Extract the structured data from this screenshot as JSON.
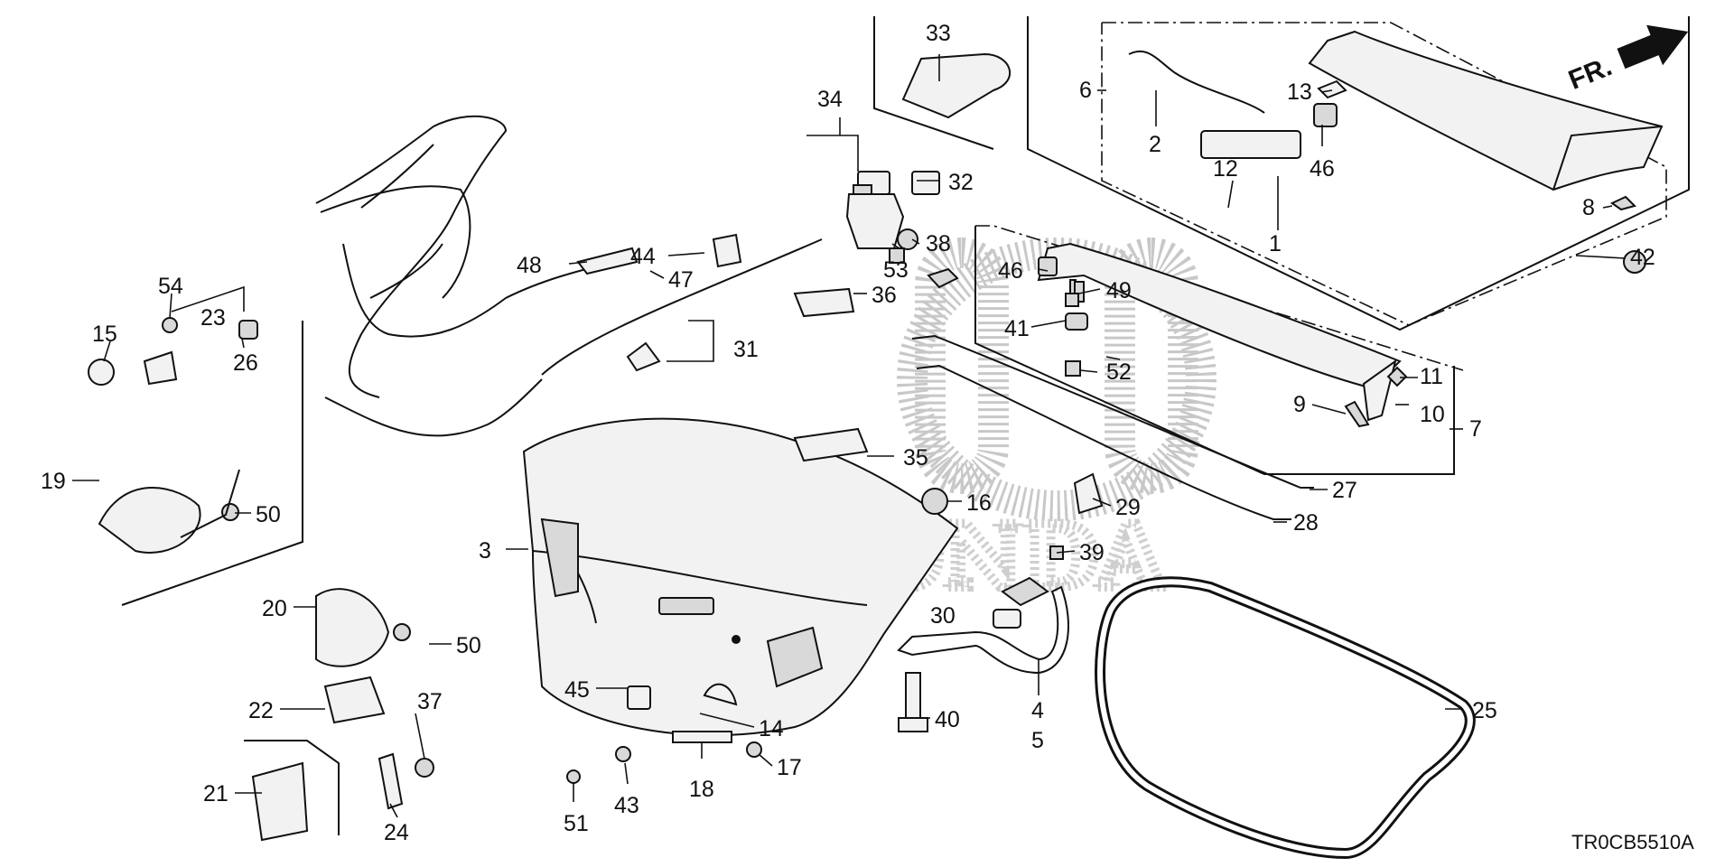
{
  "diagram_id": "TR0CB5510A",
  "direction_label": "FR.",
  "watermark_text": "HONDA",
  "callouts": {
    "p1": "1",
    "p2": "2",
    "p3": "3",
    "p4": "4",
    "p5": "5",
    "p6": "6",
    "p7": "7",
    "p8": "8",
    "p9": "9",
    "p10": "10",
    "p11": "11",
    "p12": "12",
    "p13": "13",
    "p14": "14",
    "p15": "15",
    "p16": "16",
    "p17": "17",
    "p18": "18",
    "p19": "19",
    "p20": "20",
    "p21": "21",
    "p22": "22",
    "p23": "23",
    "p24": "24",
    "p25": "25",
    "p26": "26",
    "p27": "27",
    "p28": "28",
    "p29": "29",
    "p30": "30",
    "p31": "31",
    "p32": "32",
    "p33": "33",
    "p34": "34",
    "p35": "35",
    "p36": "36",
    "p37": "37",
    "p38": "38",
    "p39": "39",
    "p40": "40",
    "p41": "41",
    "p42": "42",
    "p43": "43",
    "p44": "44",
    "p45": "45",
    "p46a": "46",
    "p46b": "46",
    "p47": "47",
    "p48": "48",
    "p49": "49",
    "p50a": "50",
    "p50b": "50",
    "p51": "51",
    "p52": "52",
    "p53": "53",
    "p54": "54"
  }
}
